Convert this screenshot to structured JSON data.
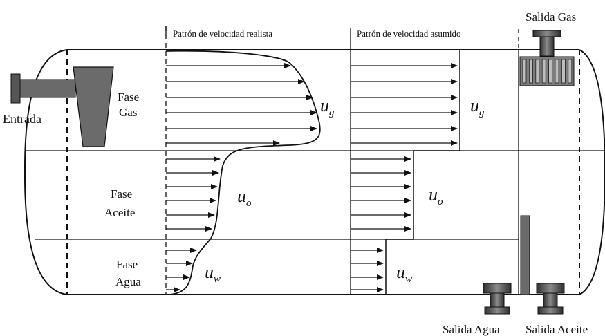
{
  "headers": {
    "realistic": "Patrón de velocidad realista",
    "assumed": "Patrón de velocidad asumido"
  },
  "outlets": {
    "gas": "Salida Gas",
    "water": "Salida Agua",
    "oil": "Salida Aceite"
  },
  "inlet": "Entrada",
  "phases": {
    "gas": [
      "Fase",
      "Gas"
    ],
    "oil": [
      "Fase",
      "Aceite"
    ],
    "water": [
      "Fase",
      "Agua"
    ]
  },
  "symbols": {
    "u": "u",
    "g": "g",
    "o": "o",
    "w": "w"
  },
  "colors": {
    "stroke": "#111111",
    "device": "#4a4a4a",
    "device_light": "#9a9a9a"
  }
}
